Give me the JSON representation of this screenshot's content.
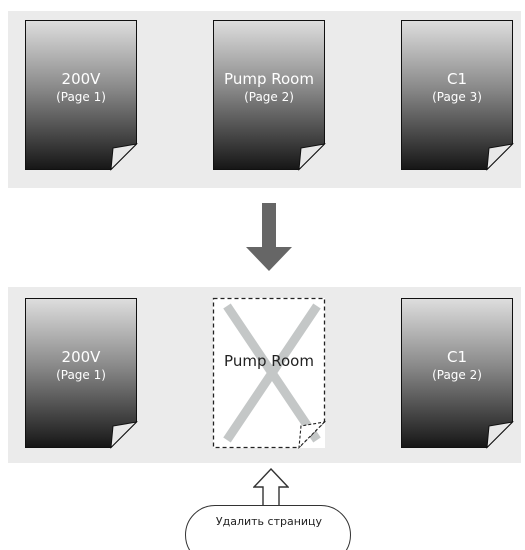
{
  "before": {
    "pages": [
      {
        "title": "200V",
        "subtitle": "(Page 1)"
      },
      {
        "title": "Pump Room",
        "subtitle": "(Page 2)"
      },
      {
        "title": "C1",
        "subtitle": "(Page 3)"
      }
    ]
  },
  "after": {
    "pages": [
      {
        "title": "200V",
        "subtitle": "(Page 1)"
      },
      {
        "title": "Pump Room",
        "subtitle": ""
      },
      {
        "title": "C1",
        "subtitle": "(Page 2)"
      }
    ]
  },
  "callout": {
    "label": "Удалить страницу"
  },
  "colors": {
    "panel": "#ebebeb",
    "page_gradient_top": "#d6d6d6",
    "page_gradient_bottom": "#1c1c1c",
    "arrow": "#666666",
    "cross": "#c4c7c7"
  }
}
